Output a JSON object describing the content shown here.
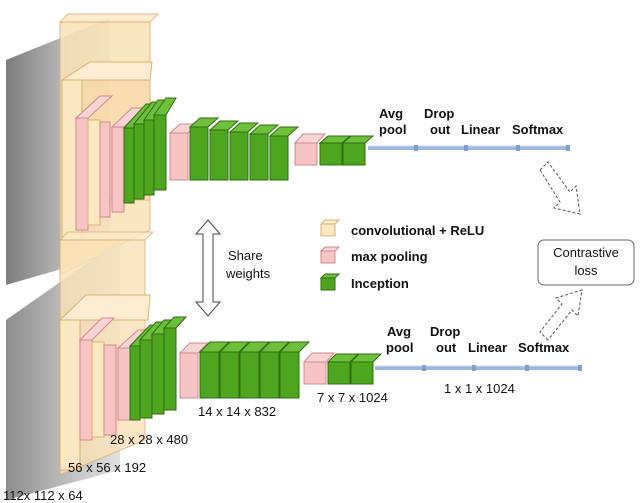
{
  "stages": {
    "avg_pool": "Avg pool",
    "drop_out": "Drop out",
    "linear": "Linear",
    "softmax": "Softmax"
  },
  "share": {
    "line1": "Share",
    "line2": "weights"
  },
  "legend": [
    {
      "label": "convolutional + ReLU",
      "color": "#fbe7c1",
      "stroke": "#d8b070"
    },
    {
      "label": "max pooling",
      "color": "#f7c4c4",
      "stroke": "#d08888"
    },
    {
      "label": "Inception",
      "color": "#4ea51f",
      "stroke": "#2f6d12"
    }
  ],
  "contrastive": {
    "line1": "Contrastive",
    "line2": "loss"
  },
  "dims": {
    "d1": "112x 112 x 64",
    "d2": "56 x 56 x 192",
    "d3": "28 x 28 x 480",
    "d4": "14 x 14 x 832",
    "d5": "7 x 7 x 1024",
    "d6": "1 x 1 x 1024"
  },
  "colors": {
    "conv": "#fbe7c1",
    "pool": "#f7c4c4",
    "inception": "#4ea51f",
    "fc": "#9db8e0"
  }
}
